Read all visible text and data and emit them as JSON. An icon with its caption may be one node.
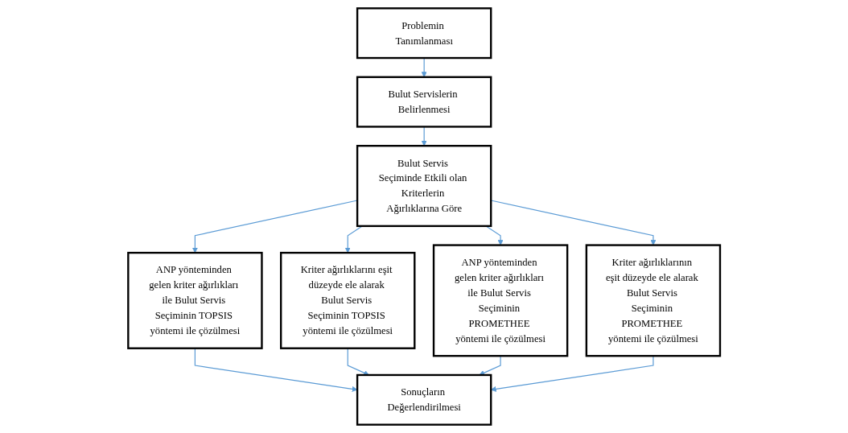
{
  "diagram": {
    "nodes": [
      {
        "text": [
          "Problemin Tanımlanması"
        ]
      },
      {
        "text": [
          "Bulut Servislerin Belirlenmesi"
        ]
      },
      {
        "text": [
          "Bulut Servis Seçiminde Etkili olan Kriterlerin Ağırlıklarına Göre"
        ]
      },
      {
        "text": [
          "ANP yönteminden gelen kriter ağırlıkları ile Bulut Servis Seçiminin TOPSIS yöntemi ile çözülmesi"
        ]
      },
      {
        "text": [
          "Kriter ağırlıklarını eşit düzeyde ele alarak Bulut Servis Seçiminin TOPSIS yöntemi ile çözülmesi"
        ]
      },
      {
        "text": [
          "ANP yönteminden gelen kriter ağırlıkları ile Bulut Servis Seçiminin PROMETHEE yöntemi ile çözülmesi"
        ]
      },
      {
        "text": [
          "Kriter ağırlıklarının eşit düzeyde ele alarak Bulut Servis Seçiminin PROMETHEE yöntemi ile çözülmesi"
        ]
      },
      {
        "text": [
          "Sonuçların Değerlendirilmesi"
        ]
      }
    ],
    "edges": [
      {
        "from": 0,
        "to": 1,
        "arrow": "to"
      },
      {
        "from": 1,
        "to": 2,
        "arrow": "to"
      },
      {
        "from": 2,
        "to": 3,
        "arrow": "to"
      },
      {
        "from": 2,
        "to": 4,
        "arrow": "to"
      },
      {
        "from": 2,
        "to": 5,
        "arrow": "to"
      },
      {
        "from": 2,
        "to": 6,
        "arrow": "to"
      },
      {
        "from": 3,
        "to": 7,
        "arrow": "to"
      },
      {
        "from": 4,
        "to": 7,
        "arrow": "to"
      },
      {
        "from": 5,
        "to": 7,
        "arrow": "to"
      },
      {
        "from": 6,
        "to": 7,
        "arrow": "to"
      }
    ]
  }
}
